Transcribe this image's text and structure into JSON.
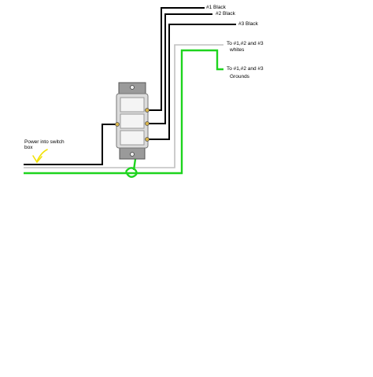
{
  "labels": {
    "black1": "#1  Black",
    "black2": "#2  Black",
    "black3": "#3  Black",
    "whites_line1": "To #1,#2 and #3",
    "whites_line2": "whites",
    "grounds_line1": "To #1,#2 and #3",
    "grounds_line2": "Grounds",
    "power_line1": "Power into switch",
    "power_line2": "box"
  },
  "colors": {
    "hot_wire": "#000000",
    "neutral_wire": "#c0c0c0",
    "ground_wire": "#1ed41e",
    "arrow": "#f2e20a",
    "switch_body": "#dcdcdc"
  }
}
